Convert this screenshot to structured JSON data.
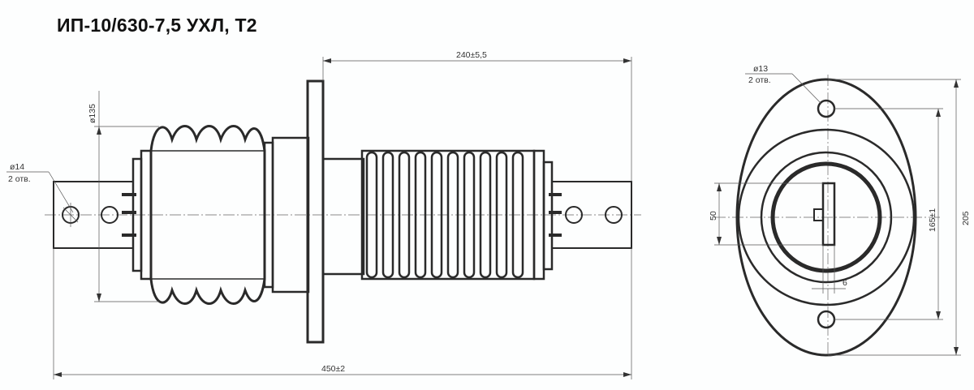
{
  "title": "ИП-10/630-7,5 УХЛ, Т2",
  "dimensions": {
    "flange_span": "240±5,5",
    "overall_length": "450±2",
    "insulator_diameter": "ø135",
    "terminal_hole_diameter": "ø14",
    "terminal_hole_count": "2 отв.",
    "flange_hole_diameter": "ø13",
    "flange_hole_count": "2 отв.",
    "busbar_height": "50",
    "busbar_thickness": "6",
    "hole_spacing": "165±1",
    "flange_height": "205"
  },
  "colors": {
    "line": "#2a2a2a",
    "background": "#fdfefe",
    "text": "#111111"
  }
}
